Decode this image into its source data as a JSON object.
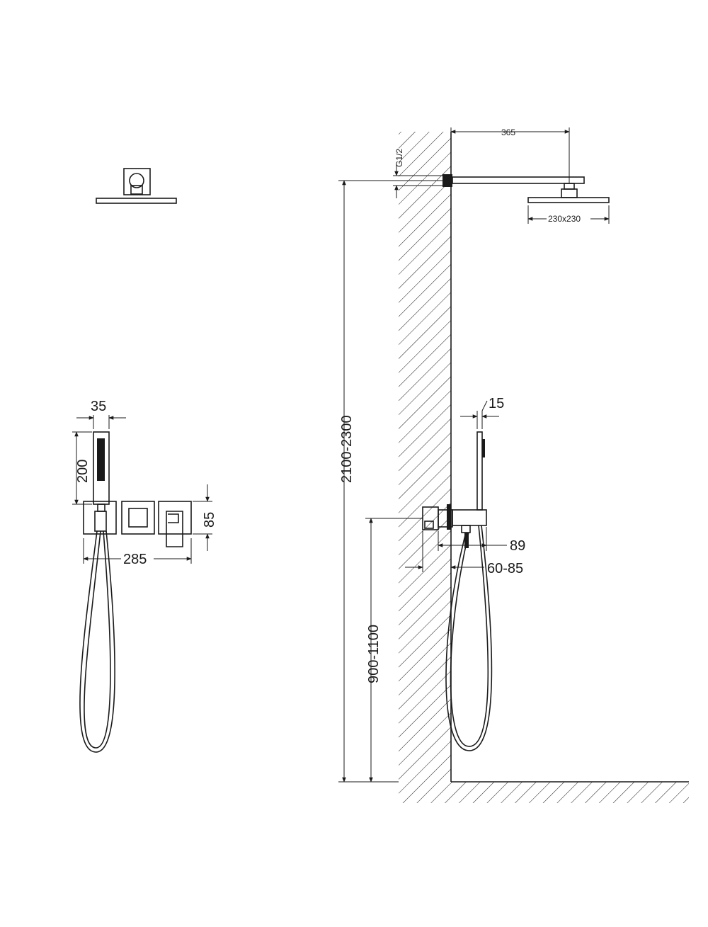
{
  "dimensions": {
    "arm_length": "365",
    "thread": "G1/2",
    "head_size": "230x230",
    "shower_height": "2100-2300",
    "hand_width": "35",
    "hand_height": "200",
    "plate_height": "85",
    "plate_total_width": "285",
    "hand_depth": "15",
    "valve_depth": "89",
    "wall_depth": "60-85",
    "valve_height": "900-1100"
  },
  "colors": {
    "line": "#1a1a1a",
    "background": "#ffffff"
  }
}
